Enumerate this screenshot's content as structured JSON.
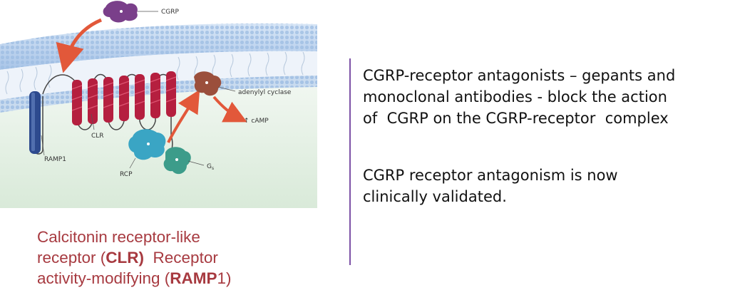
{
  "figure": {
    "labels": {
      "cgrp": "CGRP",
      "adenylyl_cyclase": "adenylyl cyclase",
      "camp": "↑ cAMP",
      "clr": "CLR",
      "ramp1": "RAMP1",
      "rcp": "RCP",
      "gs_main": "G",
      "gs_sub": "s"
    },
    "colors": {
      "membrane": "#bcd3ee",
      "membrane_dots": "#8fb2dc",
      "helix": "#b51f3f",
      "ramp_helix": "#2d4a8e",
      "cgrp_ligand": "#7a3f8a",
      "adenylyl_cyclase": "#9b4f3c",
      "rcp": "#3aa5c4",
      "gs": "#3c9c8a",
      "arrow": "#e2583a",
      "cytoplasm": "#e3efe3"
    }
  },
  "caption": {
    "line1": "Calcitonin receptor-like",
    "line2_pre": "receptor (",
    "line2_bold": "CLR)",
    "line2_post": "  Receptor",
    "line3_pre": "activity-modifying (",
    "line3_bold": "RAMP",
    "line3_post": "1)"
  },
  "text": {
    "para1_line1": "CGRP-receptor antagonists – gepants and",
    "para1_line2": "monoclonal antibodies - block the action",
    "para1_line3": "of  CGRP on the CGRP-receptor  complex",
    "para2_line1": "CGRP receptor antagonism is now",
    "para2_line2": "clinically validated."
  },
  "divider_color": "#7d52a6",
  "caption_color": "#a73a40"
}
